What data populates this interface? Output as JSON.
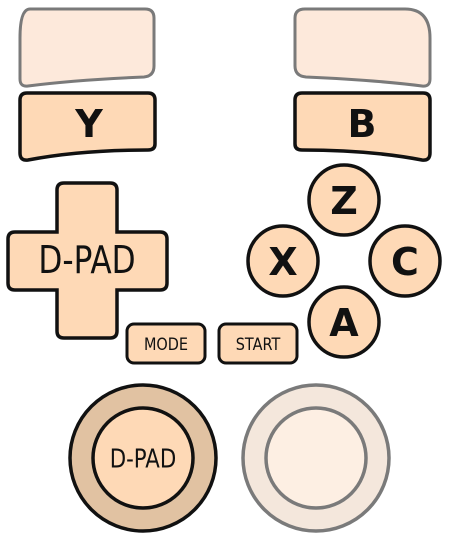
{
  "controller": {
    "shoulder_left_label": "Y",
    "shoulder_right_label": "B",
    "dpad_label": "D-PAD",
    "face_buttons": {
      "top": "Z",
      "left": "X",
      "right": "C",
      "bottom": "A"
    },
    "mode_label": "MODE",
    "start_label": "START",
    "left_stick_label": "D-PAD"
  },
  "colors": {
    "button_fill": "#fed9b6",
    "trigger_fill": "#fde9db",
    "left_stick_ring": "#e1c2a2",
    "right_stick_ring": "#f4e7dc",
    "right_stick_inner": "#fdefe3",
    "outline": "#111111",
    "outline_soft": "#7a7a7a"
  }
}
